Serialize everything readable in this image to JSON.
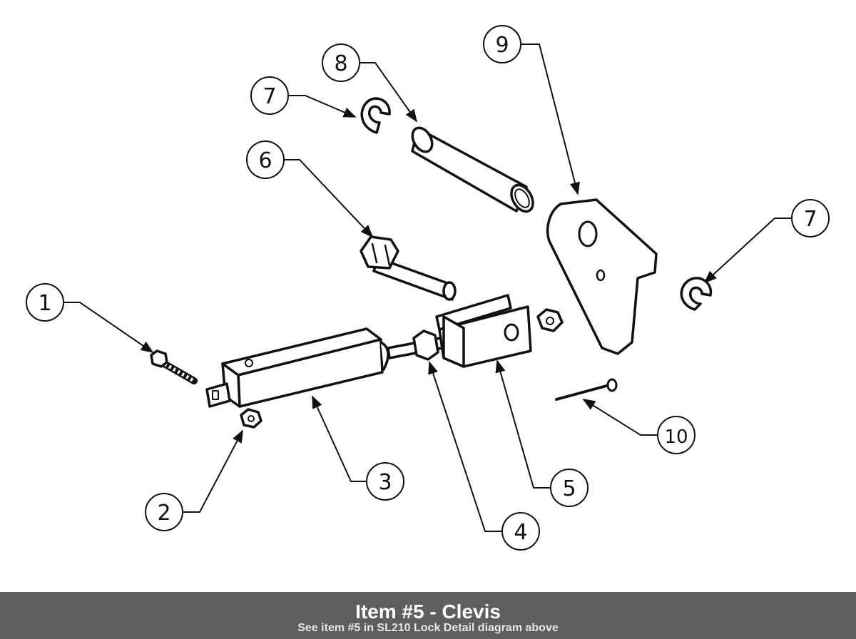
{
  "caption": {
    "title": "Item #5 - Clevis",
    "subtitle": "See item #5 in SL210 Lock Detail diagram above"
  },
  "callouts": [
    "1",
    "2",
    "3",
    "4",
    "5",
    "6",
    "7",
    "8",
    "9",
    "7",
    "10"
  ],
  "colors": {
    "caption_bar": "#5e5e5e",
    "caption_text": "#ffffff",
    "line": "#111111"
  }
}
